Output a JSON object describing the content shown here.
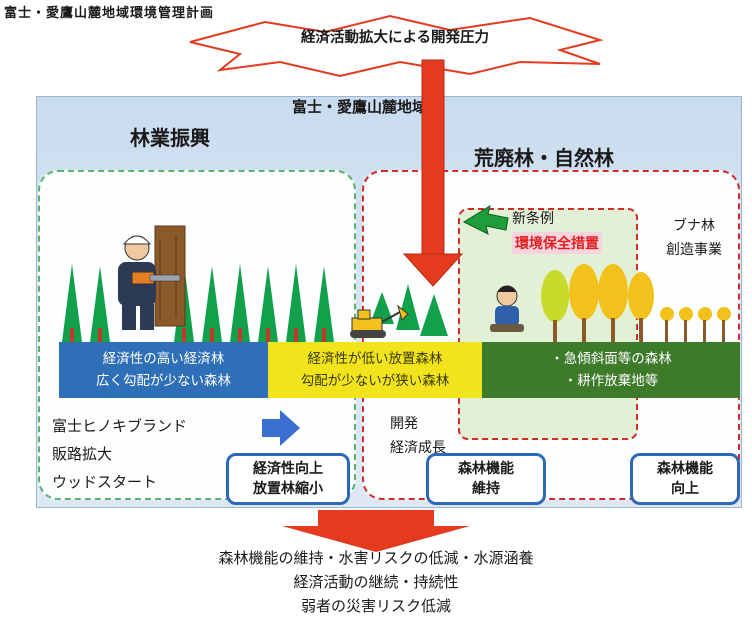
{
  "title": "富士・愛鷹山麓地域環境管理計画",
  "pressure_label": "経済活動拡大による開発圧力",
  "region_title": "富士・愛鷹山麓地域",
  "forestry": {
    "heading": "林業振興",
    "band": [
      "経済性の高い経済林",
      "広く勾配が少ない森林"
    ],
    "brand_lines": [
      "富士ヒノキブランド",
      "販路拡大",
      "ウッドスタート"
    ],
    "result_box": [
      "経済性向上",
      "放置林縮小"
    ]
  },
  "middle": {
    "band": [
      "経済性が低い放置森林",
      "勾配が少ないが狭い森林"
    ],
    "dev_lines": [
      "開発",
      "経済成長"
    ]
  },
  "natural": {
    "heading": "荒廃林・自然林",
    "new_ordinance": "新条例",
    "env_measures": "環境保全措置",
    "beech": [
      "ブナ林",
      "創造事業"
    ],
    "band": [
      "・急傾斜面等の森林",
      "・耕作放棄地等"
    ],
    "maintain_box": [
      "森林機能",
      "維持"
    ],
    "improve_box": [
      "森林機能",
      "向上"
    ]
  },
  "outcomes": [
    "森林機能の維持・水害リスクの低減・水源涵養",
    "経済活動の継続・持続性",
    "弱者の災害リスク低減"
  ],
  "colors": {
    "red_arrow": "#e43b1e",
    "blue_band": "#2f6fb8",
    "yellow_band": "#f2e41c",
    "green_band": "#3d7a2a",
    "tree_green": "#12a04a",
    "beech_yellow": "#f2c21c"
  }
}
